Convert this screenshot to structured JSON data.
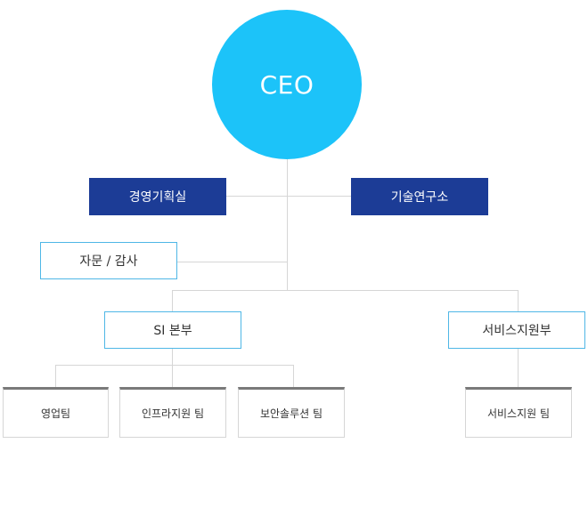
{
  "colors": {
    "ceo_fill": "#1cc3f9",
    "ceo_text": "#ffffff",
    "dark_fill": "#1c3c96",
    "dark_text": "#ffffff",
    "outline_border": "#4fb7e6",
    "outline_text": "#333333",
    "team_top_border": "#7a7a7a",
    "team_text": "#333333",
    "line": "#d6d6d6"
  },
  "org": {
    "ceo": "CEO",
    "management_planning": "경영기획실",
    "research_lab": "기술연구소",
    "advisory_audit": "자문 / 감사",
    "si_division": "SI 본부",
    "service_support_division": "서비스지원부",
    "teams": {
      "sales": "영업팀",
      "infra_support": "인프라지원 팀",
      "security_solution": "보안솔루션 팀",
      "service_support": "서비스지원 팀"
    }
  }
}
